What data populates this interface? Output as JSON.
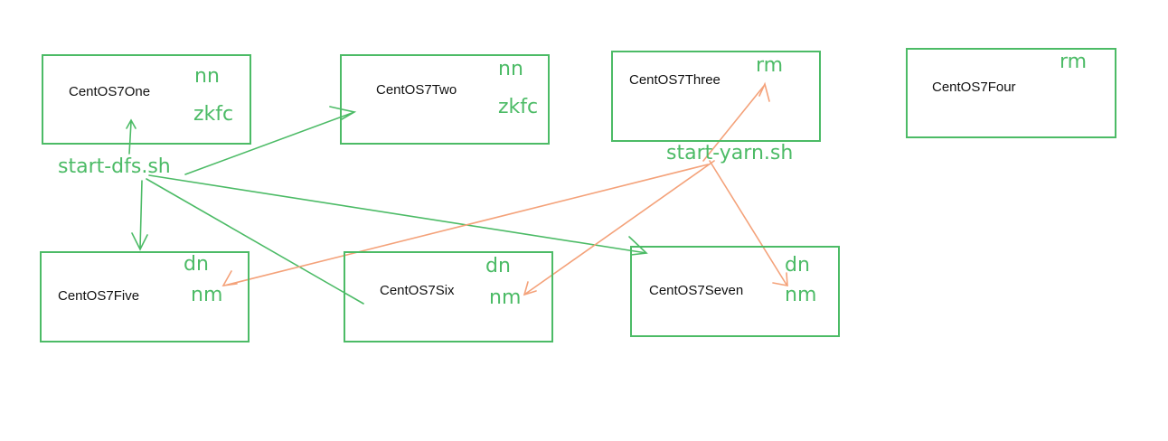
{
  "colors": {
    "green": "#4cbb66",
    "orange": "#f4a27a",
    "text": "#111111"
  },
  "nodes": [
    {
      "id": "one",
      "host": "CentOS7One",
      "roles": [
        "nn",
        "zkfc"
      ]
    },
    {
      "id": "two",
      "host": "CentOS7Two",
      "roles": [
        "nn",
        "zkfc"
      ]
    },
    {
      "id": "three",
      "host": "CentOS7Three",
      "roles": [
        "rm"
      ]
    },
    {
      "id": "four",
      "host": "CentOS7Four",
      "roles": [
        "rm"
      ]
    },
    {
      "id": "five",
      "host": "CentOS7Five",
      "roles": [
        "dn",
        "nm"
      ]
    },
    {
      "id": "six",
      "host": "CentOS7Six",
      "roles": [
        "dn",
        "nm"
      ]
    },
    {
      "id": "seven",
      "host": "CentOS7Seven",
      "roles": [
        "dn",
        "nm"
      ]
    }
  ],
  "scripts": {
    "dfs": "start-dfs.sh",
    "yarn": "start-yarn.sh"
  },
  "edges": [
    {
      "from": "dfs",
      "to": "one",
      "color": "green"
    },
    {
      "from": "dfs",
      "to": "two",
      "color": "green"
    },
    {
      "from": "dfs",
      "to": "five",
      "color": "green"
    },
    {
      "from": "dfs",
      "to": "six",
      "color": "green"
    },
    {
      "from": "dfs",
      "to": "seven",
      "color": "green"
    },
    {
      "from": "yarn",
      "to": "three",
      "color": "orange"
    },
    {
      "from": "yarn",
      "to": "five",
      "color": "orange"
    },
    {
      "from": "yarn",
      "to": "six",
      "color": "orange"
    },
    {
      "from": "yarn",
      "to": "seven",
      "color": "orange"
    }
  ]
}
